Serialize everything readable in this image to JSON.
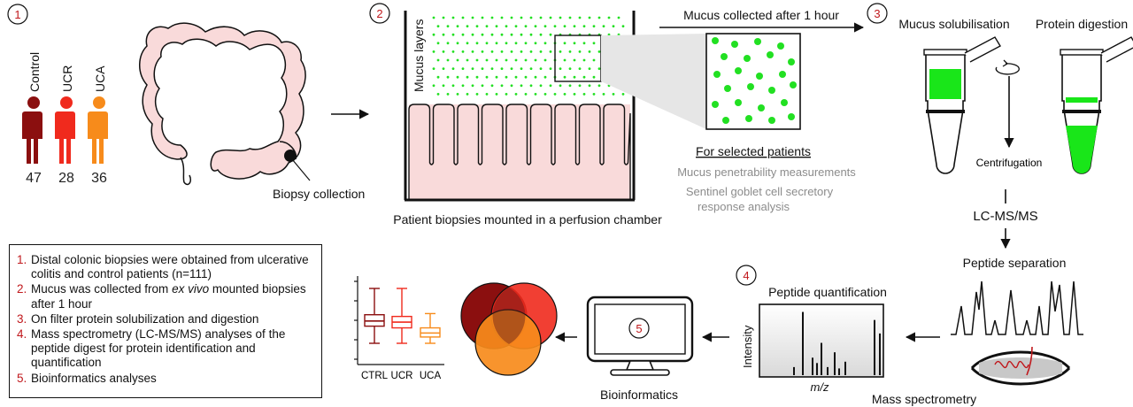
{
  "colors": {
    "control": "#8b0f0f",
    "ucr": "#f02a1d",
    "uca": "#f78b1b",
    "mucus_dot": "#22e022",
    "green_fill": "#19e619",
    "tissue": "#f9dada",
    "step_number": "#c0181c",
    "gray_text": "#8c8c8c"
  },
  "step_numbers": [
    "1",
    "2",
    "3",
    "4",
    "5"
  ],
  "groups": [
    {
      "label": "Control",
      "count": "47"
    },
    {
      "label": "UCR",
      "count": "28"
    },
    {
      "label": "UCA",
      "count": "36"
    }
  ],
  "labels": {
    "biopsy_collection": "Biopsy collection",
    "mucus_layers": "Mucus layers",
    "chamber_caption": "Patient biopsies mounted in a perfusion chamber",
    "mucus_collected": "Mucus collected after 1 hour",
    "for_selected": "For selected patients",
    "penetrability": "Mucus penetrability measurements",
    "sentinel_1": "Sentinel goblet cell secretory",
    "sentinel_2": "response analysis",
    "solubilisation": "Mucus solubilisation",
    "digestion": "Protein digestion",
    "centrifugation": "Centrifugation",
    "lcms": "LC-MS/MS",
    "peptide_separation": "Peptide separation",
    "mass_spectrometry": "Mass spectrometry",
    "peptide_quantification": "Peptide quantification",
    "intensity": "Intensity",
    "mz": "m/z",
    "bioinformatics": "Bioinformatics"
  },
  "legend_items": [
    {
      "n": "1.",
      "text": "Distal colonic biopsies were obtained from ulcerative colitis and control patients (n=111)"
    },
    {
      "n": "2.",
      "pre": "Mucus was collected from ",
      "em": "ex vivo",
      "post": " mounted biopsies after 1 hour"
    },
    {
      "n": "3.",
      "text": "On filter protein solubilization and digestion"
    },
    {
      "n": "4.",
      "text": "Mass spectrometry (LC-MS/MS) analyses of the peptide digest for protein identification and quantification"
    },
    {
      "n": "5.",
      "text": "Bioinformatics analyses"
    }
  ],
  "chart_data": [
    {
      "type": "box",
      "categories": [
        "CTRL",
        "UCR",
        "UCA"
      ],
      "colors": [
        "#8b0f0f",
        "#f02a1d",
        "#f78b1b"
      ],
      "boxes": [
        {
          "min": 0.76,
          "q1": 0.46,
          "median": 0.37,
          "q3": 0.26,
          "max": -0.2
        },
        {
          "min": 0.76,
          "q1": 0.49,
          "median": 0.39,
          "q3": 0.29,
          "max": -0.2
        },
        {
          "min": 0.76,
          "q1": 0.65,
          "median": 0.58,
          "q3": 0.49,
          "max": 0.24
        }
      ]
    },
    {
      "type": "bar",
      "title": "Peptide quantification",
      "xlabel": "m/z",
      "ylabel": "Intensity",
      "values": [
        0.12,
        0.94,
        0.26,
        0.18,
        0.48,
        0.12,
        0.34,
        0.1,
        0.2,
        0.82,
        0.62
      ]
    }
  ]
}
